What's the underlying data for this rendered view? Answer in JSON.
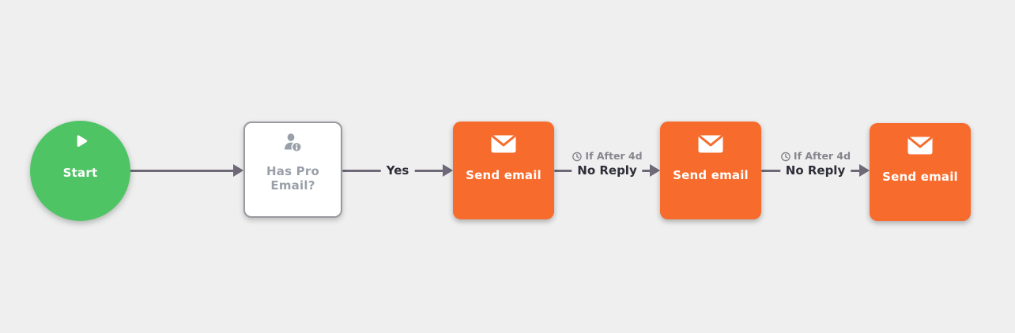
{
  "workflow": {
    "canvas_background": "#efefef",
    "nodes": [
      {
        "id": "start",
        "type": "start",
        "label": "Start",
        "icon": "play-icon",
        "color": "#4fc464"
      },
      {
        "id": "condition",
        "type": "condition",
        "label": "Has Pro Email?",
        "icon": "contact-info-icon",
        "color": "#ffffff"
      },
      {
        "id": "send-email-1",
        "type": "action",
        "label": "Send email",
        "icon": "envelope-icon",
        "color": "#f76b2c"
      },
      {
        "id": "send-email-2",
        "type": "action",
        "label": "Send email",
        "icon": "envelope-icon",
        "color": "#f76b2c"
      },
      {
        "id": "send-email-3",
        "type": "action",
        "label": "Send email",
        "icon": "envelope-icon",
        "color": "#f76b2c"
      }
    ],
    "connectors": [
      {
        "from": "start",
        "to": "condition",
        "label": ""
      },
      {
        "from": "condition",
        "to": "send-email-1",
        "label": "Yes"
      },
      {
        "from": "send-email-1",
        "to": "send-email-2",
        "icon": "clock-icon",
        "timer_label": "If After 4d",
        "label": "No Reply"
      },
      {
        "from": "send-email-2",
        "to": "send-email-3",
        "icon": "clock-icon",
        "timer_label": "If After 4d",
        "label": "No Reply"
      }
    ],
    "colors": {
      "start_green": "#4fc464",
      "action_orange": "#f76b2c",
      "connector_line": "#6e6877",
      "condition_text": "#9aa0aa",
      "condition_border": "#989aa0",
      "timer_text": "#85858d",
      "branch_text": "#2e2e38",
      "background": "#efefef"
    }
  }
}
